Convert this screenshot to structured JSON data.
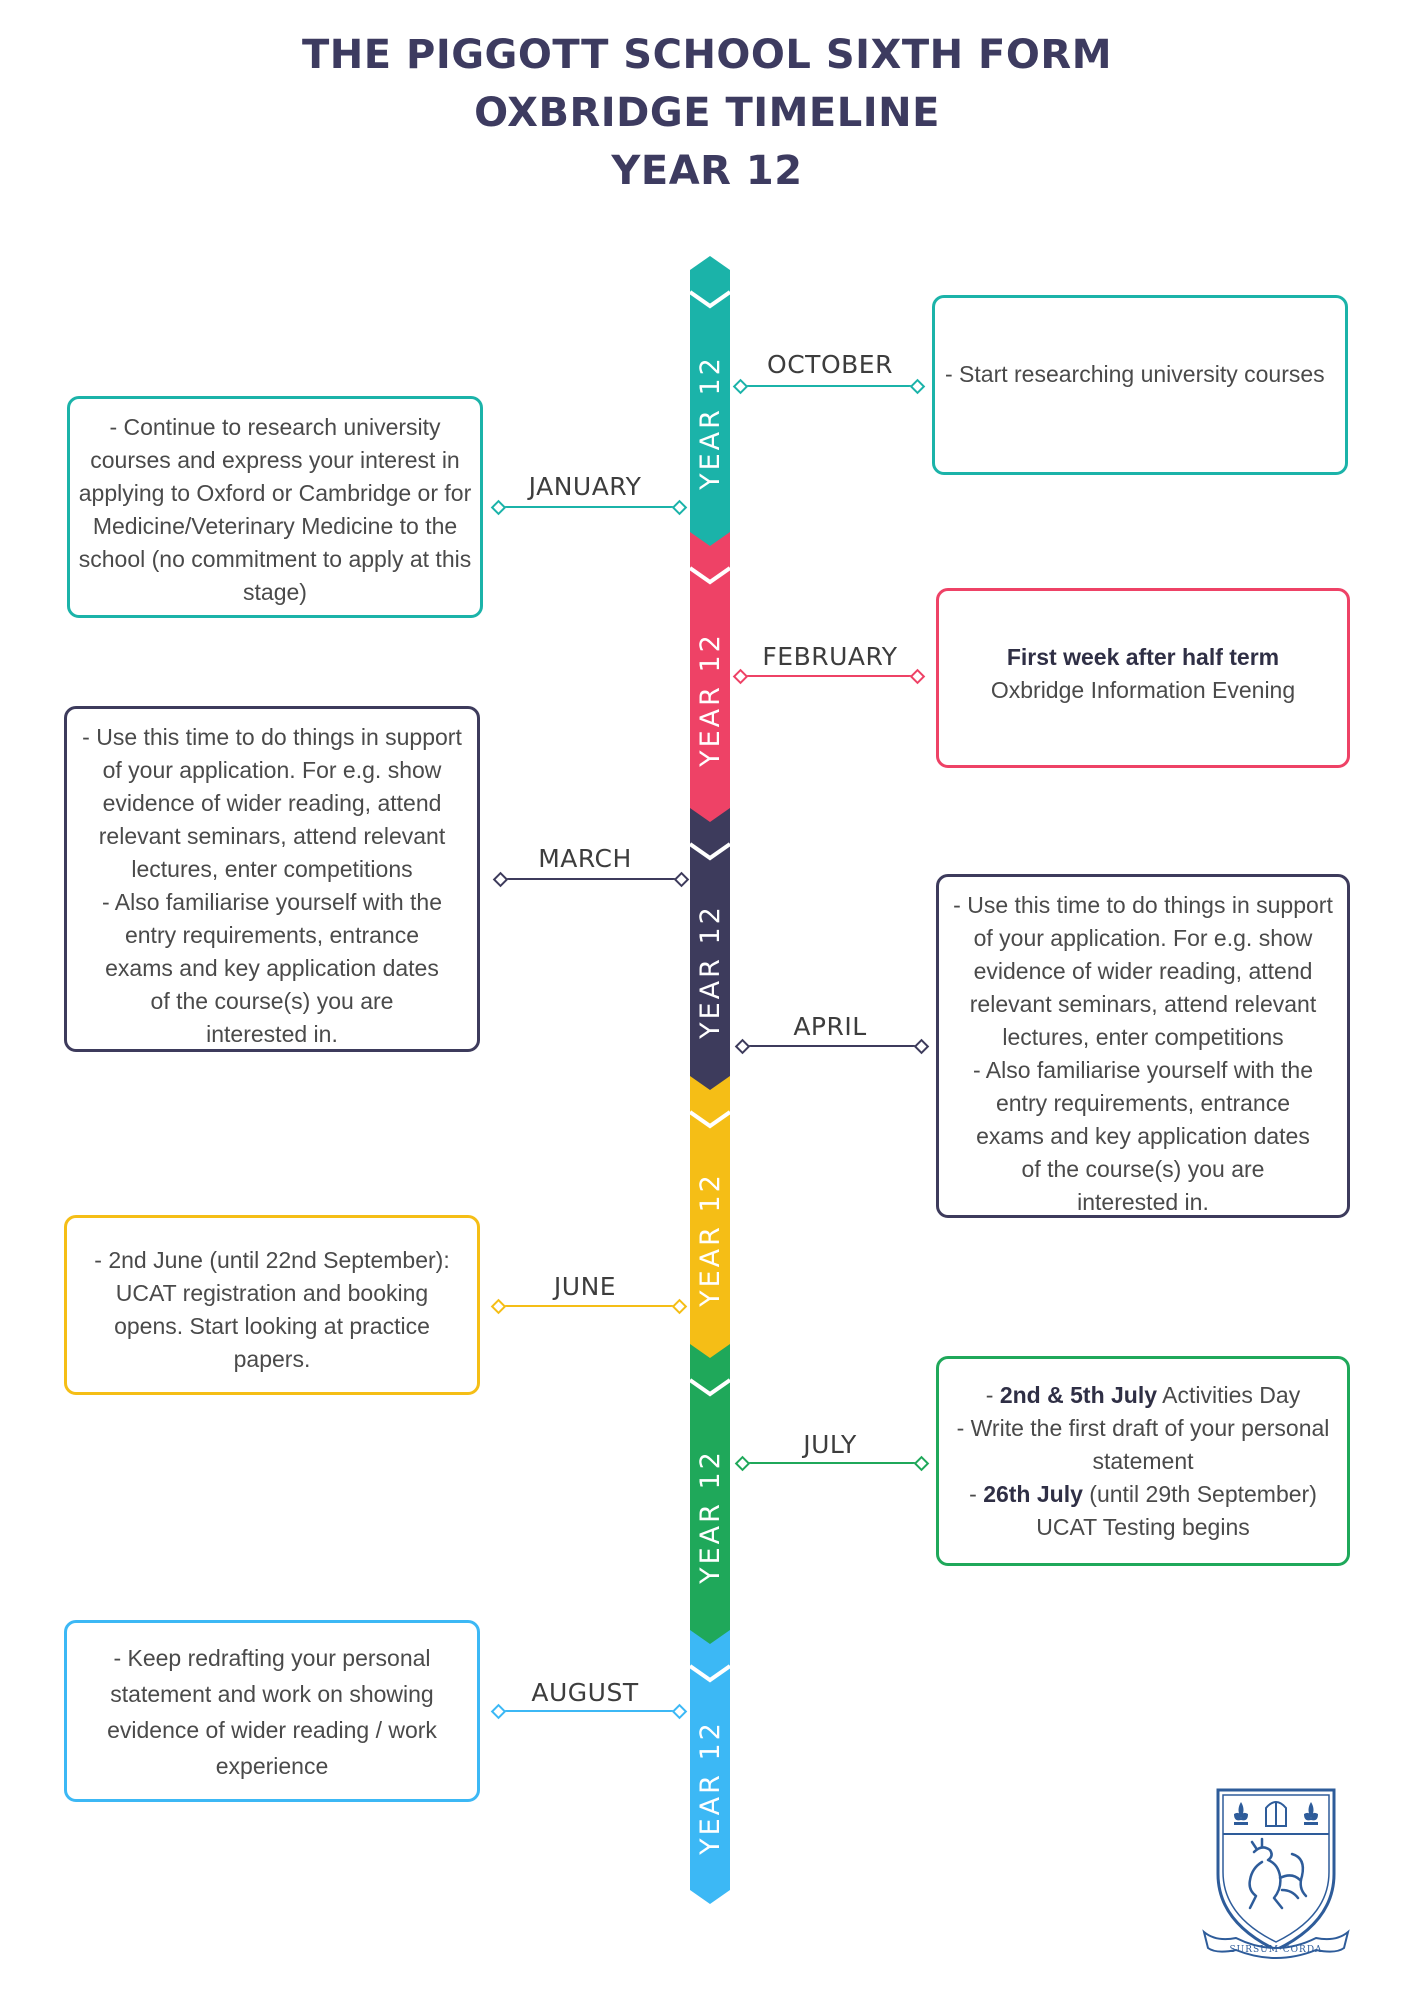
{
  "header": {
    "line1": "THE PIGGOTT SCHOOL SIXTH FORM",
    "line2": "OXBRIDGE TIMELINE",
    "line3": "YEAR 12"
  },
  "segment_label": "YEAR 12",
  "colors": {
    "teal": "#1bb3a9",
    "pink": "#ee4266",
    "navy": "#3d3b5c",
    "yellow": "#f5be16",
    "green": "#1fa85a",
    "blue": "#3cb8f5"
  },
  "months": {
    "october": "OCTOBER",
    "january": "JANUARY",
    "february": "FEBRUARY",
    "march": "MARCH",
    "april": "APRIL",
    "june": "JUNE",
    "july": "JULY",
    "august": "AUGUST"
  },
  "boxes": {
    "october": "- Start researching university courses",
    "january": "- Continue to research university courses and express your interest in applying to Oxford or Cambridge or for Medicine/Veterinary Medicine to the school (no commitment to apply at this stage)",
    "february_bold": "First week after half term",
    "february_text": "Oxbridge Information Evening",
    "march_1": "- Use this time to do things in support of your application. For e.g. show evidence of wider reading, attend relevant seminars, attend relevant lectures, enter competitions",
    "march_2": "- Also familiarise yourself with the entry requirements, entrance exams and key application dates of the course(s) you are interested in.",
    "april_1": "- Use this time to do things in support of your application. For e.g. show evidence of wider reading, attend relevant seminars, attend relevant lectures, enter competitions",
    "april_2": "- Also familiarise yourself with the entry requirements, entrance exams and key application dates of the course(s) you are interested in.",
    "june": "- 2nd June (until 22nd September): UCAT registration and booking opens. Start looking at practice papers.",
    "july_1_dash": "- ",
    "july_1_bold": "2nd & 5th July",
    "july_1_text": " Activities Day",
    "july_2": "- Write the first draft of your personal statement",
    "july_3_dash": "- ",
    "july_3_bold": "26th July",
    "july_3_text": " (until 29th September) UCAT Testing begins",
    "august": "- Keep redrafting your personal statement and work on showing evidence of wider reading / work experience"
  },
  "logo": {
    "motto": "SURSUM CORDA",
    "icon": "school-crest"
  }
}
